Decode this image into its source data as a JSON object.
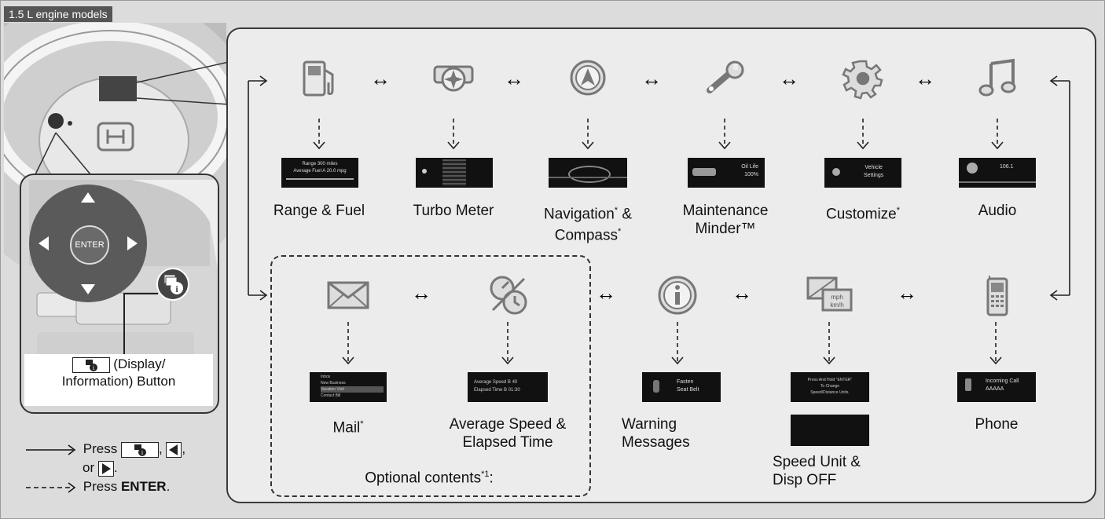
{
  "header": {
    "tab_label": "1.5 L engine models"
  },
  "steering": {
    "enter_label": "ENTER",
    "button_caption_line1": "(Display/",
    "button_caption_line2": "Information) Button"
  },
  "legend": {
    "press_word": "Press",
    "or_word": "or",
    "enter_prefix": "Press",
    "enter_word": "ENTER",
    "period": ".",
    "comma": ","
  },
  "top_row": [
    {
      "icon": "fuel-pump-icon",
      "label1": "Range & Fuel",
      "label2": "",
      "screen_line1": "Range 300 miles",
      "screen_line2": "Average Fuel A 20.0 mpg"
    },
    {
      "icon": "turbo-icon",
      "label1": "Turbo Meter",
      "label2": ""
    },
    {
      "icon": "compass-icon",
      "label1": "Navigation",
      "mark1": "*",
      "amp": " &",
      "label2": "Compass",
      "mark2": "*"
    },
    {
      "icon": "wrench-icon",
      "label1": "Maintenance",
      "label2": "Minder™",
      "screen_line1": "Oil Life",
      "screen_line2": "100%"
    },
    {
      "icon": "gear-icon",
      "label1": "Customize",
      "mark1": "*",
      "label2": "",
      "screen_line1": "Vehicle",
      "screen_line2": "Settings"
    },
    {
      "icon": "music-note-icon",
      "label1": "Audio",
      "label2": "",
      "screen_line1": "106.1",
      "screen_line2": ""
    }
  ],
  "bottom_row": [
    {
      "icon": "envelope-icon",
      "label1": "Mail",
      "mark1": "*",
      "label2": ""
    },
    {
      "icon": "speed-time-icon",
      "label1": "Average Speed &",
      "label2": "Elapsed Time",
      "screen_line1": "Average Speed B 40",
      "screen_line2": "Elapsed Time B 01:30"
    },
    {
      "icon": "info-icon",
      "label1": "Warning",
      "label2": "Messages",
      "screen_line1": "Fasten",
      "screen_line2": "Seat Belt"
    },
    {
      "icon": "display-unit-icon",
      "label1": "Speed Unit &",
      "label2": "Disp OFF",
      "screen_line1": "Press And Hold \"ENTER\"",
      "screen_line2": "To Change",
      "screen_line3": "Speed/Distance Units."
    },
    {
      "icon": "phone-icon",
      "label1": "Phone",
      "label2": "",
      "screen_line1": "Incoming Call",
      "screen_line2": "AAAAA"
    }
  ],
  "mail_screen": [
    "Inbox",
    "New Business",
    "Vacation Visit",
    "Contact Bill"
  ],
  "optional": {
    "label": "Optional contents",
    "mark": "*1",
    "colon": ":"
  },
  "arrow_symbol": "↔"
}
